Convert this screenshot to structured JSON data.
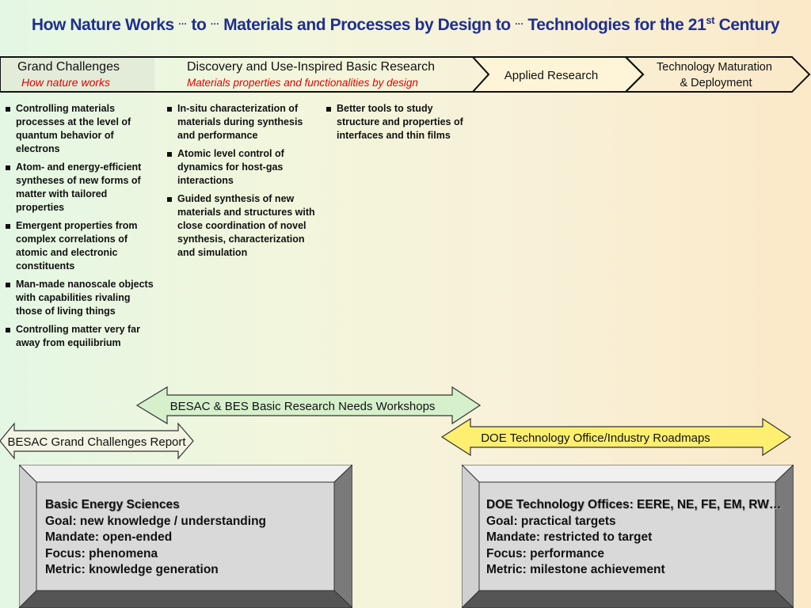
{
  "title": {
    "part1": "How Nature Works",
    "dots1": "···",
    "to1": "to",
    "dots2": "···",
    "part2": "Materials and Processes by Design",
    "to2": "to",
    "dots3": "···",
    "part3": "Technologies for the 21",
    "sup": "st",
    "part4": "Century"
  },
  "stages": {
    "grand": {
      "title": "Grand Challenges",
      "subtitle": "How nature works"
    },
    "discovery": {
      "title": "Discovery and Use-Inspired Basic Research",
      "subtitle": "Materials properties and functionalities by design"
    },
    "applied": {
      "title": "Applied Research"
    },
    "techmat": {
      "line1": "Technology Maturation",
      "line2": "& Deployment"
    }
  },
  "columns": {
    "grand": [
      "Controlling materials processes at the level of quantum behavior of electrons",
      "Atom- and energy-efficient syntheses of new forms of matter with tailored properties",
      "Emergent properties from complex correlations of atomic and electronic constituents",
      "Man-made nanoscale objects with capabilities rivaling those of living things",
      "Controlling matter very far away from equilibrium"
    ],
    "discovery": [
      "In-situ characterization of materials during synthesis and performance",
      "Atomic level control of dynamics for host-gas interactions",
      "Guided synthesis of new materials and structures with close coordination of novel synthesis, characterization and simulation"
    ],
    "applied": [
      "Better tools to study structure and properties of interfaces and thin films"
    ]
  },
  "arrows": {
    "workshops": "BESAC & BES Basic Research Needs Workshops",
    "grand_report": "BESAC Grand Challenges Report",
    "roadmaps": "DOE Technology Office/Industry Roadmaps"
  },
  "boxes": {
    "bes": {
      "header": "Basic Energy Sciences",
      "goal": "Goal: new knowledge / understanding",
      "mandate": "Mandate: open-ended",
      "focus": "Focus: phenomena",
      "metric": "Metric: knowledge generation"
    },
    "doe": {
      "header": "DOE Technology Offices:  EERE, NE, FE, EM, RW…",
      "goal": "Goal: practical targets",
      "mandate": "Mandate: restricted to target",
      "focus": "Focus: performance",
      "metric": "Metric: milestone achievement"
    }
  },
  "colors": {
    "title": "#1f2f8f",
    "subtitle_red": "#e00000",
    "workshop_fill": "#d6f0cc",
    "roadmap_fill": "#ffef70",
    "grand_stage_fill": "#e3ecd9",
    "applied_stage_fill": "#fef5d8",
    "bevel_face": "#d9d9d9"
  }
}
